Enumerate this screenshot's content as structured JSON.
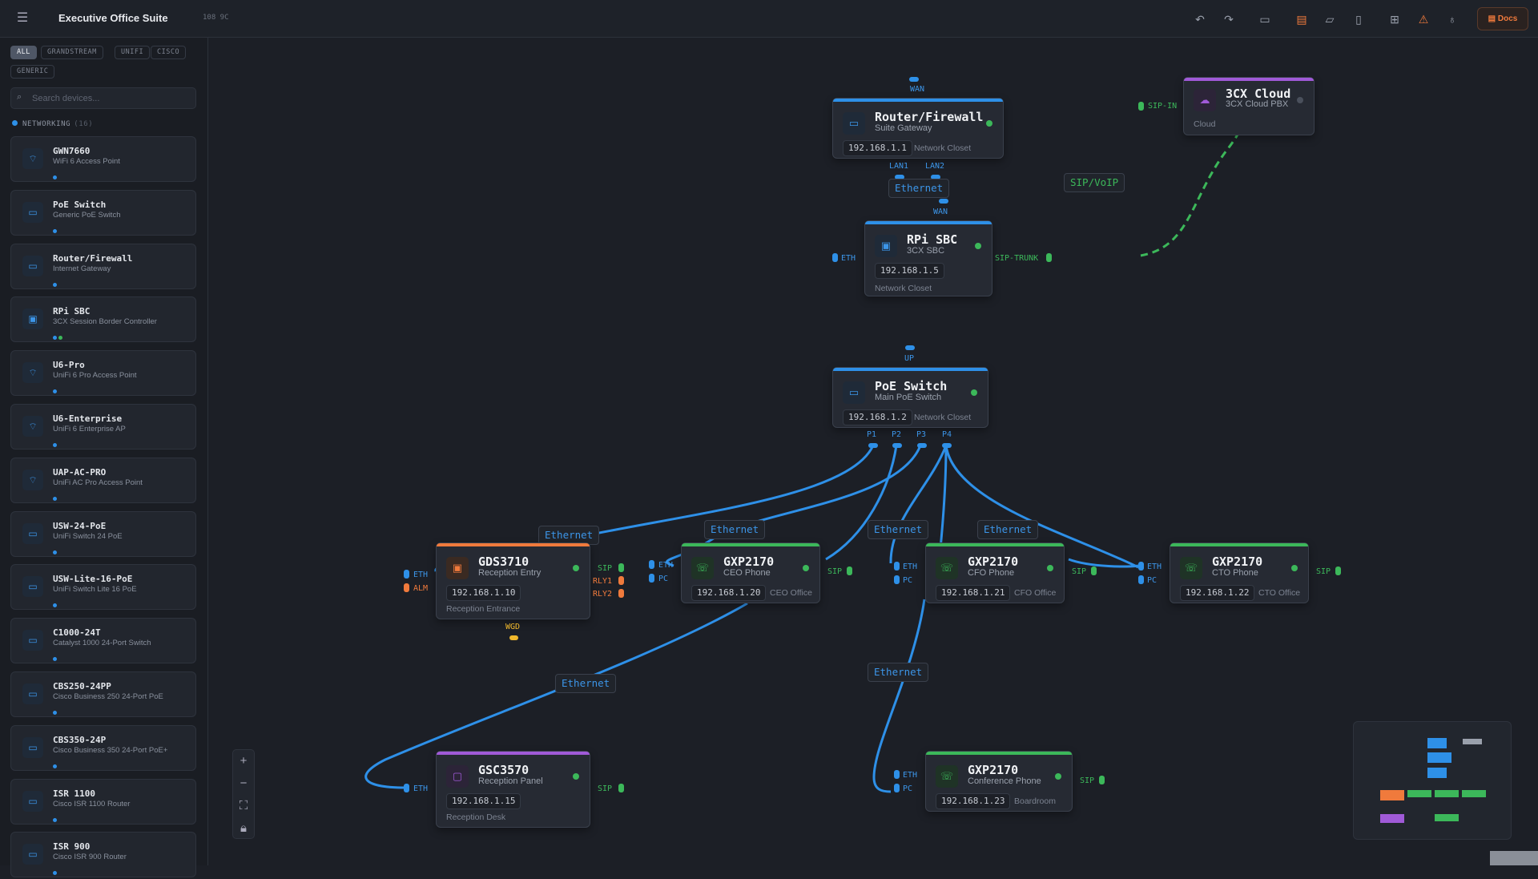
{
  "app": {
    "title": "Executive Office Suite",
    "meta": "108 9C"
  },
  "toolbar": {
    "docs_label": "Docs"
  },
  "filters": [
    "ALL",
    "GRANDSTREAM",
    "UNIFI",
    "CISCO",
    "GENERIC"
  ],
  "search": {
    "placeholder": "Search devices..."
  },
  "category": {
    "label": "NETWORKING",
    "count": "(16)"
  },
  "devices": [
    {
      "name": "GWN7660",
      "desc": "WiFi 6 Access Point"
    },
    {
      "name": "PoE Switch",
      "desc": "Generic PoE Switch"
    },
    {
      "name": "Router/Firewall",
      "desc": "Internet Gateway"
    },
    {
      "name": "RPi SBC",
      "desc": "3CX Session Border Controller"
    },
    {
      "name": "U6-Pro",
      "desc": "UniFi 6 Pro Access Point"
    },
    {
      "name": "U6-Enterprise",
      "desc": "UniFi 6 Enterprise AP"
    },
    {
      "name": "UAP-AC-PRO",
      "desc": "UniFi AC Pro Access Point"
    },
    {
      "name": "USW-24-PoE",
      "desc": "UniFi Switch 24 PoE"
    },
    {
      "name": "USW-Lite-16-PoE",
      "desc": "UniFi Switch Lite 16 PoE"
    },
    {
      "name": "C1000-24T",
      "desc": "Catalyst 1000 24-Port Switch"
    },
    {
      "name": "CBS250-24PP",
      "desc": "Cisco Business 250 24-Port PoE"
    },
    {
      "name": "CBS350-24P",
      "desc": "Cisco Business 350 24-Port PoE+"
    },
    {
      "name": "ISR 1100",
      "desc": "Cisco ISR 1100 Router"
    },
    {
      "name": "ISR 900",
      "desc": "Cisco ISR 900 Router"
    }
  ],
  "nodes": {
    "router": {
      "title": "Router/Firewall",
      "sub": "Suite Gateway",
      "ip": "192.168.1.1",
      "loc": "Network Closet"
    },
    "cloud": {
      "title": "3CX Cloud",
      "sub": "3CX Cloud PBX",
      "loc": "Cloud"
    },
    "sbc": {
      "title": "RPi SBC",
      "sub": "3CX SBC",
      "ip": "192.168.1.5",
      "loc": "Network Closet"
    },
    "switch": {
      "title": "PoE Switch",
      "sub": "Main PoE Switch",
      "ip": "192.168.1.2",
      "loc": "Network Closet"
    },
    "gds": {
      "title": "GDS3710",
      "sub": "Reception Entry",
      "ip": "192.168.1.10",
      "loc": "Reception Entrance"
    },
    "ceo": {
      "title": "GXP2170",
      "sub": "CEO Phone",
      "ip": "192.168.1.20",
      "loc": "CEO Office"
    },
    "cfo": {
      "title": "GXP2170",
      "sub": "CFO Phone",
      "ip": "192.168.1.21",
      "loc": "CFO Office"
    },
    "cto": {
      "title": "GXP2170",
      "sub": "CTO Phone",
      "ip": "192.168.1.22",
      "loc": "CTO Office"
    },
    "gsc": {
      "title": "GSC3570",
      "sub": "Reception Panel",
      "ip": "192.168.1.15",
      "loc": "Reception Desk"
    },
    "conf": {
      "title": "GXP2170",
      "sub": "Conference Phone",
      "ip": "192.168.1.23",
      "loc": "Boardroom"
    }
  },
  "ports": {
    "wan": "WAN",
    "lan1": "LAN1",
    "lan2": "LAN2",
    "sip_in": "SIP-IN",
    "sip_trunk": "SIP-TRUNK",
    "eth": "ETH",
    "up": "UP",
    "p1": "P1",
    "p2": "P2",
    "p3": "P3",
    "p4": "P4",
    "alm": "ALM",
    "sip": "SIP",
    "rly1": "RLY1",
    "rly2": "RLY2",
    "pc": "PC",
    "wgd": "WGD"
  },
  "edges": {
    "ethernet": "Ethernet",
    "sipvoip": "SIP/VoIP"
  },
  "colors": {
    "networking": "#2e90e8",
    "voip": "#3cb85a",
    "access": "#f07a3c",
    "cloud": "#a05ad8",
    "background": "#1c1f26"
  },
  "icons": [
    "menu-icon",
    "undo-icon",
    "redo-icon",
    "image-icon",
    "pdf-icon",
    "folder-icon",
    "file-icon",
    "grid-icon",
    "warning-icon",
    "lightbulb-icon",
    "book-icon",
    "search-icon"
  ]
}
